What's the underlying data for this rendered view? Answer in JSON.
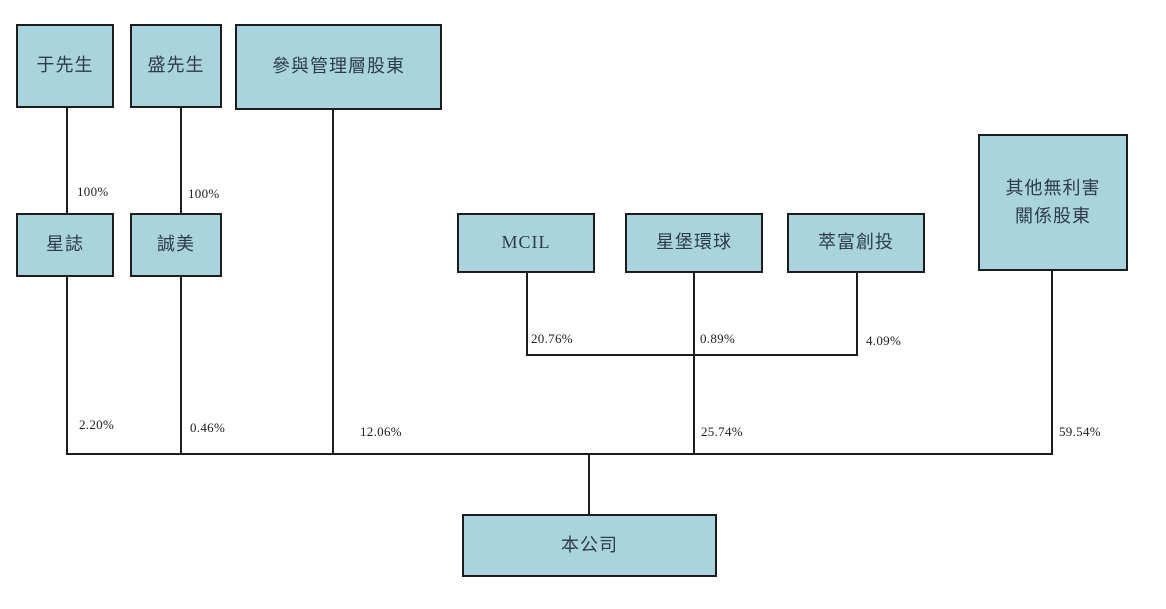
{
  "diagram": {
    "kind": "shareholding-structure-chart",
    "nodes": {
      "mr_yu": "于先生",
      "mr_sheng": "盛先生",
      "participating_mgmt": "參與管理層股東",
      "xing_zhi": "星誌",
      "cheng_mei": "誠美",
      "mcil": "MCIL",
      "xingbao_global": "星堡環球",
      "cuifu_ventures": "萃富創投",
      "other_disinterested_shareholders": "其他無利害\n關係股東",
      "the_company": "本公司"
    },
    "ownership": {
      "yu_to_xingzhi": "100%",
      "sheng_to_chengmei": "100%",
      "xingzhi_to_company": "2.20%",
      "chengmei_to_company": "0.46%",
      "mgmt_to_company": "12.06%",
      "mcil_share": "20.76%",
      "xingbao_share": "0.89%",
      "cuifu_share": "4.09%",
      "combined_to_company": "25.74%",
      "other_to_company": "59.54%"
    },
    "colors": {
      "box_fill": "#a9d4de",
      "box_border": "#1d1d1b",
      "line": "#1d1d1b",
      "text": "#2e3b4a",
      "background": "#ffffff"
    }
  }
}
